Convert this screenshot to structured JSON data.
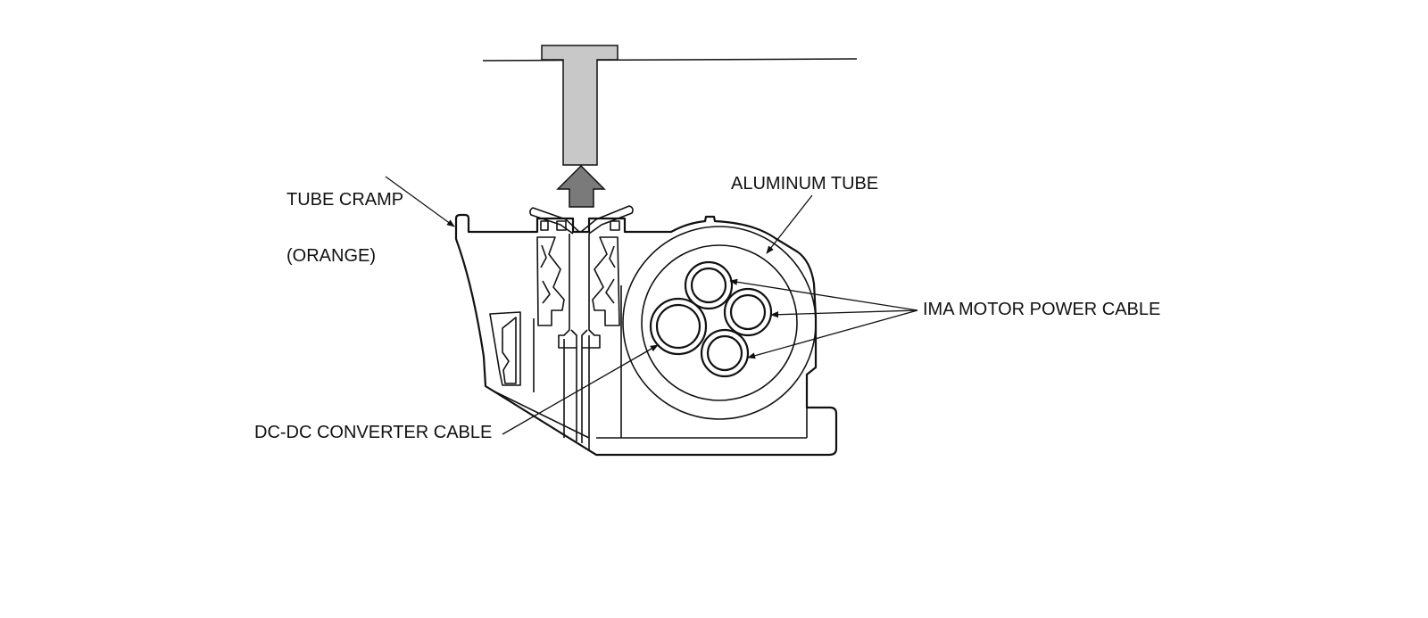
{
  "labels": {
    "tube_cramp_line1": "TUBE CRAMP",
    "tube_cramp_line2": "(ORANGE)",
    "aluminum_tube": "ALUMINUM TUBE",
    "ima_motor_power_cable": "IMA MOTOR POWER CABLE",
    "dcdc_converter_cable": "DC-DC CONVERTER CABLE"
  },
  "colors": {
    "line": "#111111",
    "tool_fill": "#c8c8c8",
    "arrow_fill": "#7a7a7a",
    "background": "#ffffff"
  }
}
